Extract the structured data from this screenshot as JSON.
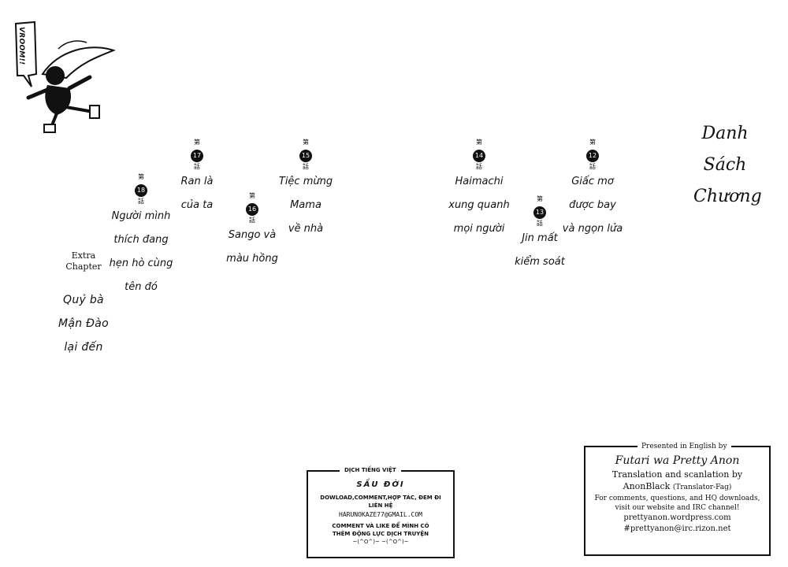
{
  "sfx": {
    "vroom": "VROOM!!"
  },
  "list_title": [
    "Danh",
    "Sách",
    "Chương"
  ],
  "chapters": {
    "ch12": {
      "kanji_top": "第",
      "num": "12",
      "kanji_bottom": "話",
      "lines": [
        "Giấc mơ",
        "được bay",
        "và ngọn lửa"
      ]
    },
    "ch13": {
      "kanji_top": "第",
      "num": "13",
      "kanji_bottom": "話",
      "lines": [
        "Jin mất",
        "kiểm soát"
      ]
    },
    "ch14": {
      "kanji_top": "第",
      "num": "14",
      "kanji_bottom": "話",
      "lines": [
        "Haimachi",
        "xung quanh",
        "mọi người"
      ]
    },
    "ch15": {
      "kanji_top": "第",
      "num": "15",
      "kanji_bottom": "話",
      "lines": [
        "Tiệc mừng",
        "Mama",
        "về nhà"
      ]
    },
    "ch16": {
      "kanji_top": "第",
      "num": "16",
      "kanji_bottom": "話",
      "lines": [
        "Sango và",
        "màu hồng"
      ]
    },
    "ch17": {
      "kanji_top": "第",
      "num": "17",
      "kanji_bottom": "話",
      "lines": [
        "Ran là",
        "của ta"
      ]
    },
    "ch18": {
      "kanji_top": "第",
      "num": "18",
      "kanji_bottom": "話",
      "lines": [
        "Người mình",
        "thích đang",
        "hẹn hò cùng",
        "tên đó"
      ]
    }
  },
  "extra": {
    "label_1": "Extra",
    "label_2": "Chapter",
    "lines": [
      "Quỷ bà",
      "Mận Đào",
      "lại đến"
    ]
  },
  "vn_credit": {
    "heading": "DỊCH TIẾNG VIỆT",
    "group": "SẦU ĐỜI",
    "line_1": "DOWLOAD,COMMENT,HỢP TÁC, ĐEM ĐI",
    "line_2": "LIÊN HỆ",
    "email": "HARUNOKAZE77@GMAIL.COM",
    "line_3": "COMMENT VÀ LIKE ĐỂ MÌNH CÓ",
    "line_4": "THÊM ĐỘNG LỰC DỊCH TRUYỆN",
    "line_5": "~(^O^)~ ~(^O^)~"
  },
  "en_credit": {
    "presented": "Presented in English by",
    "group": "Futari wa Pretty Anon",
    "line_1": "Translation and scanlation by",
    "translator": "AnonBlack",
    "translator_note": "(Translator-Fag)",
    "line_2": "For comments, questions, and HQ downloads,",
    "line_3": "visit our website and IRC channel!",
    "website": "prettyanon.wordpress.com",
    "irc": "#prettyanon@irc.rizon.net"
  }
}
